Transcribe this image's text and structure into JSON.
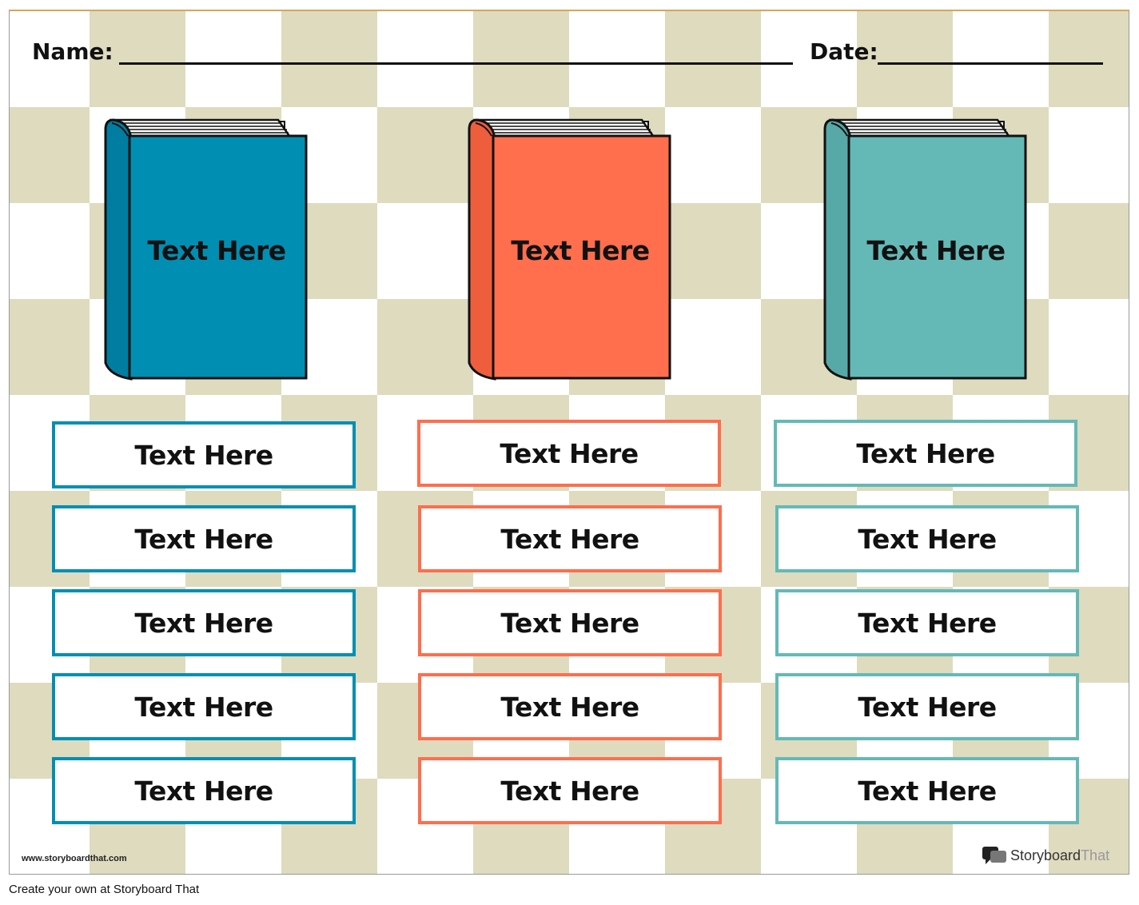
{
  "header": {
    "name_label": "Name:",
    "date_label": "Date:"
  },
  "colors": {
    "blue": "#008fb2",
    "orange": "#ff6e4d",
    "teal": "#64b9b7",
    "checker": "#dedbbf"
  },
  "columns": [
    {
      "color": "#008fb2",
      "spine": "#007da0",
      "book_title": "Text Here",
      "boxes": [
        "Text Here",
        "Text Here",
        "Text Here",
        "Text Here",
        "Text Here"
      ]
    },
    {
      "color": "#ff6e4d",
      "spine": "#ee5e3d",
      "book_title": "Text Here",
      "boxes": [
        "Text Here",
        "Text Here",
        "Text Here",
        "Text Here",
        "Text Here"
      ]
    },
    {
      "color": "#64b9b7",
      "spine": "#56a9a7",
      "book_title": "Text Here",
      "boxes": [
        "Text Here",
        "Text Here",
        "Text Here",
        "Text Here",
        "Text Here"
      ]
    }
  ],
  "footer": {
    "url": "www.storyboardthat.com",
    "logo_main": "Storyboard",
    "logo_suffix": "That",
    "credit": "Create your own at Storyboard That"
  }
}
